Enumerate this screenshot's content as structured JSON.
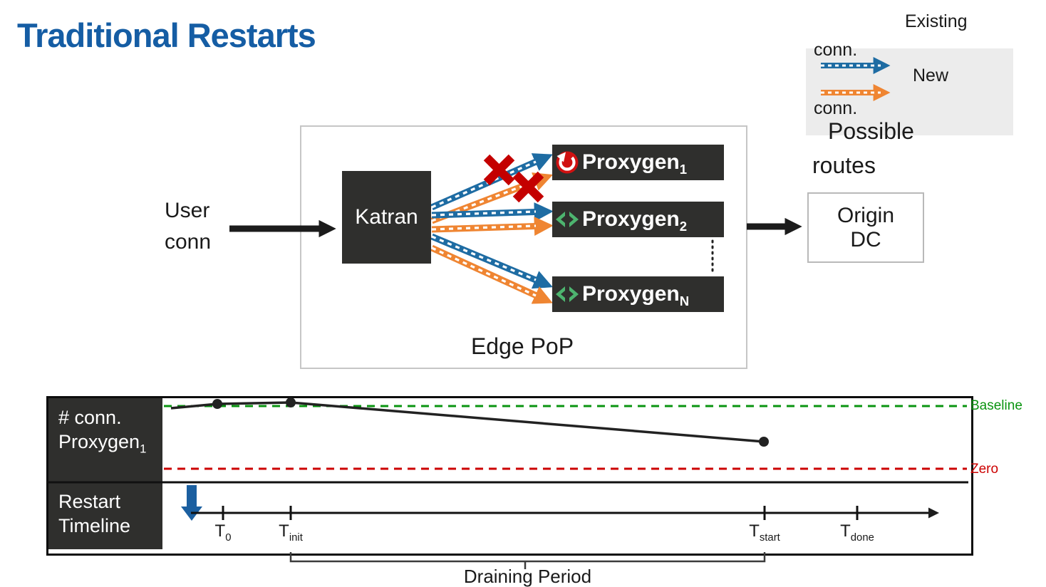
{
  "page": {
    "title": "Traditional Restarts"
  },
  "legend": {
    "existing": "Existing",
    "existing_conn": "conn.",
    "new": "New",
    "new_conn": "conn.",
    "possible": "Possible",
    "routes": "routes"
  },
  "colors": {
    "title": "#155da4",
    "existing_conn_arrow": "#1e6ca3",
    "new_conn_arrow": "#ef8532",
    "dark_box": "#2f2f2d",
    "blocked_x": "#c40000",
    "restart_icon": "#d01111",
    "healthy_icon": "#4db46f",
    "baseline_line": "#0a9410",
    "zero_line": "#cc0000",
    "restart_trigger_arrow": "#1b5fa0"
  },
  "diagram": {
    "user_line1": "User",
    "user_line2": "conn",
    "katran": "Katran",
    "proxygen_base": "Proxygen",
    "proxygen_subs": [
      "1",
      "2",
      "N"
    ],
    "edge_pop": "Edge PoP",
    "origin_line1": "Origin",
    "origin_line2": "DC"
  },
  "timeline": {
    "conn_line1": "# conn.",
    "conn_line2_base": "Proxygen",
    "conn_line2_sub": "1",
    "restart_line1": "Restart",
    "restart_line2": "Timeline",
    "baseline": "Baseline",
    "zero": "Zero",
    "ticks": [
      {
        "base": "T",
        "sub": "0"
      },
      {
        "base": "T",
        "sub": "init"
      },
      {
        "base": "T",
        "sub": "start"
      },
      {
        "base": "T",
        "sub": "done"
      }
    ],
    "draining": "Draining Period"
  },
  "chart_data": {
    "type": "line",
    "title": "# conn. Proxygen1 during a traditional restart",
    "x_ticks": [
      "T0",
      "Tinit",
      "Tstart",
      "Tdone"
    ],
    "ylabel": "# conn. Proxygen1",
    "reference_lines": [
      {
        "label": "Baseline",
        "color": "#0a9410",
        "style": "dashed"
      },
      {
        "label": "Zero",
        "color": "#cc0000",
        "style": "dashed"
      }
    ],
    "series": [
      {
        "name": "# conn. Proxygen1",
        "points": [
          {
            "x": "pre-T0",
            "y_relative_to_baseline": 1.0
          },
          {
            "x": "T0",
            "y_relative_to_baseline": 1.0
          },
          {
            "x": "Tinit",
            "y_relative_to_baseline": 1.0
          },
          {
            "x": "Tstart",
            "y_relative_to_baseline": 0.45
          }
        ]
      }
    ],
    "annotations": [
      "Draining Period spans Tinit to Tstart",
      "Restart trigger (blue arrow) occurs at start of timeline before T0",
      "Connections to restarting Proxygen1 are blocked (red X marks)"
    ]
  }
}
